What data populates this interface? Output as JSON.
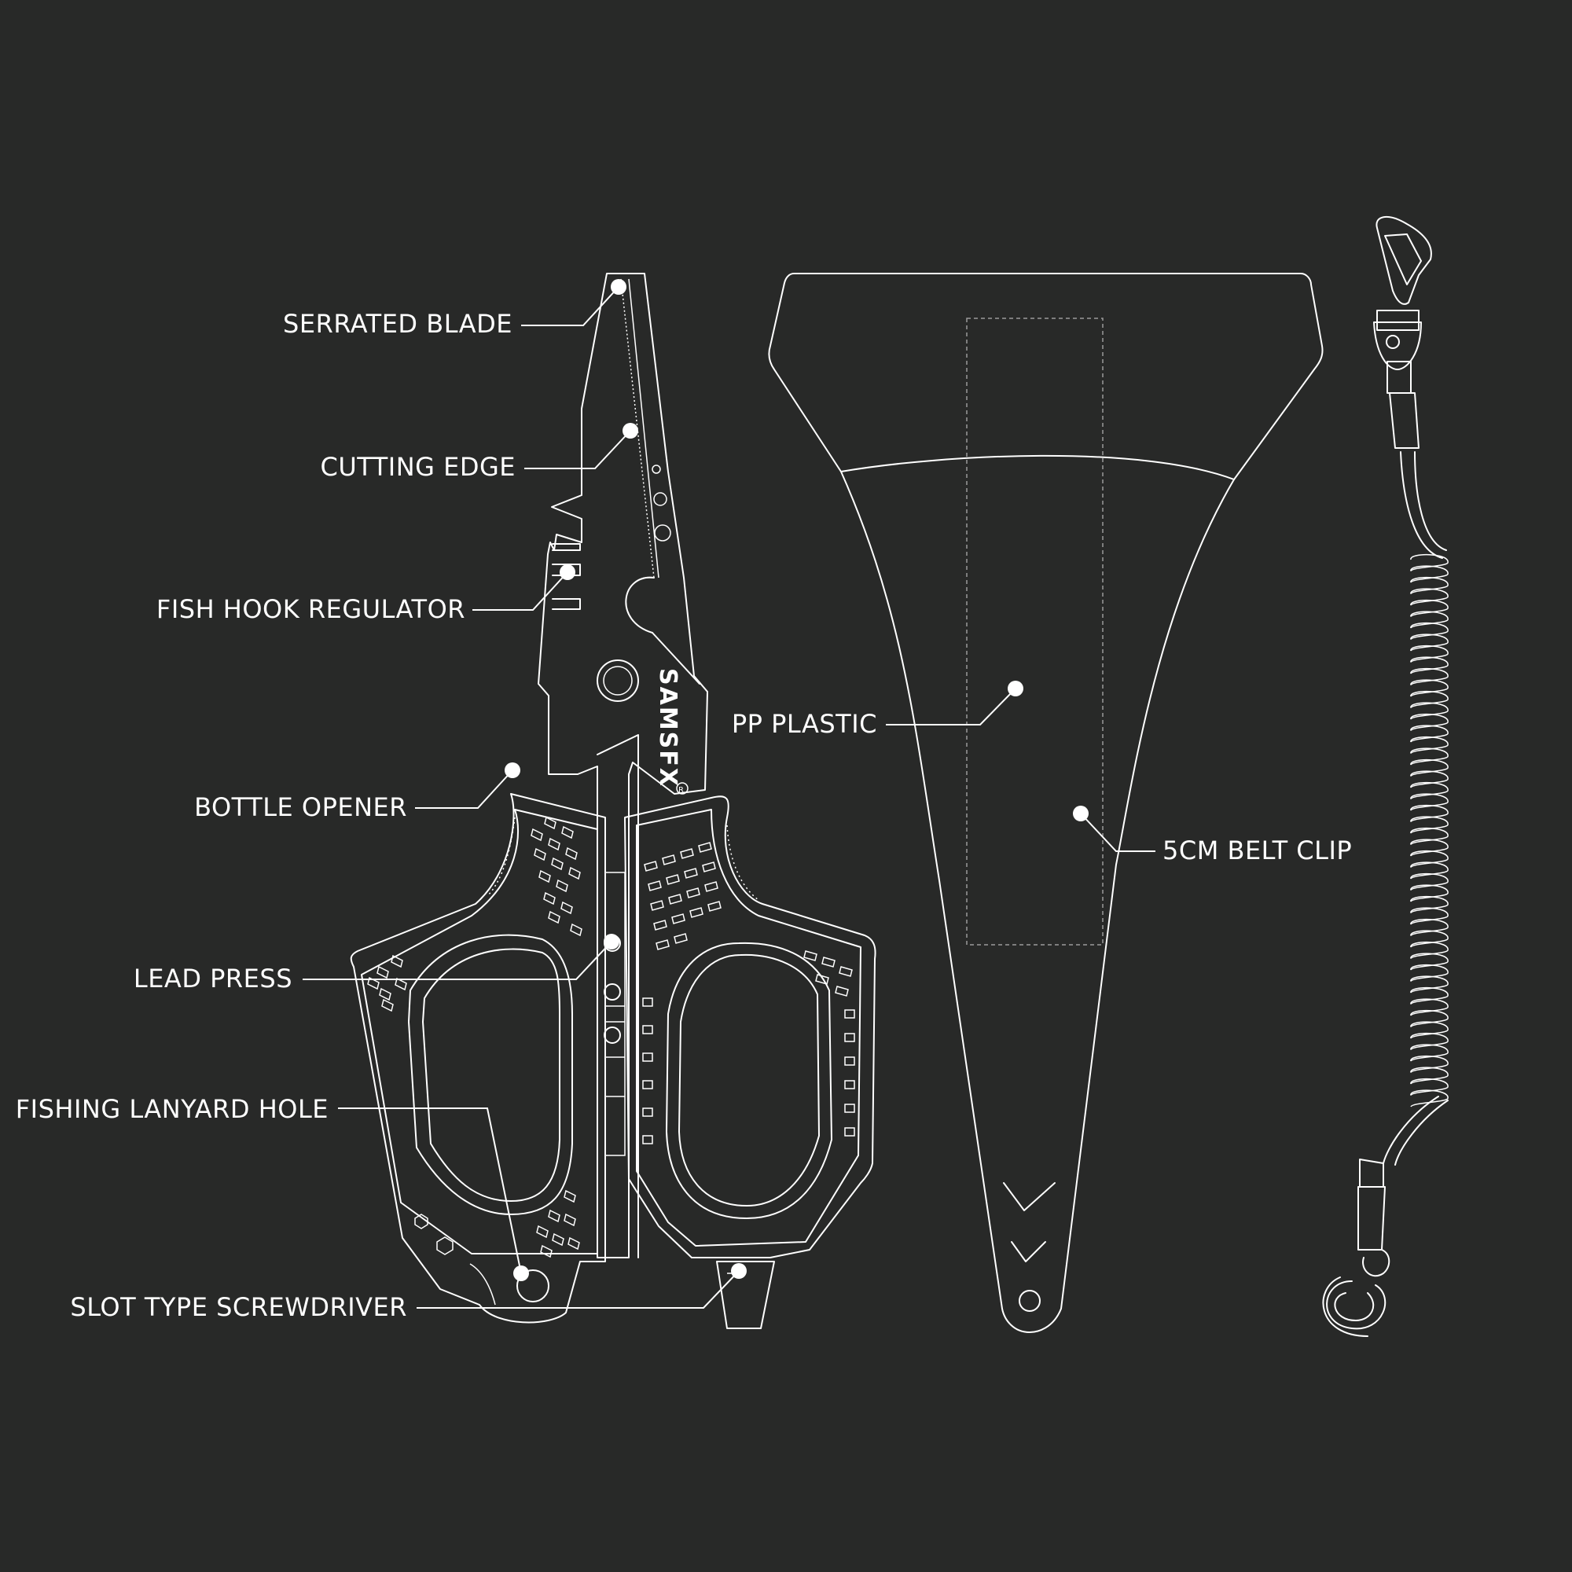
{
  "colors": {
    "background": "#282928",
    "line": "#ffffff",
    "dashed_outline": "#9a9a9a"
  },
  "brand": {
    "logo_text": "SAMSFX",
    "trademark": "R"
  },
  "callouts": {
    "serrated_blade": "SERRATED BLADE",
    "cutting_edge": "CUTTING EDGE",
    "fish_hook_regulator": "FISH HOOK REGULATOR",
    "bottle_opener": "BOTTLE OPENER",
    "lead_press": "LEAD PRESS",
    "fishing_lanyard_hole": "FISHING LANYARD HOLE",
    "slot_type_screwdriver": "SLOT TYPE SCREWDRIVER",
    "pp_plastic": "PP PLASTIC",
    "belt_clip": "5CM BELT CLIP"
  }
}
